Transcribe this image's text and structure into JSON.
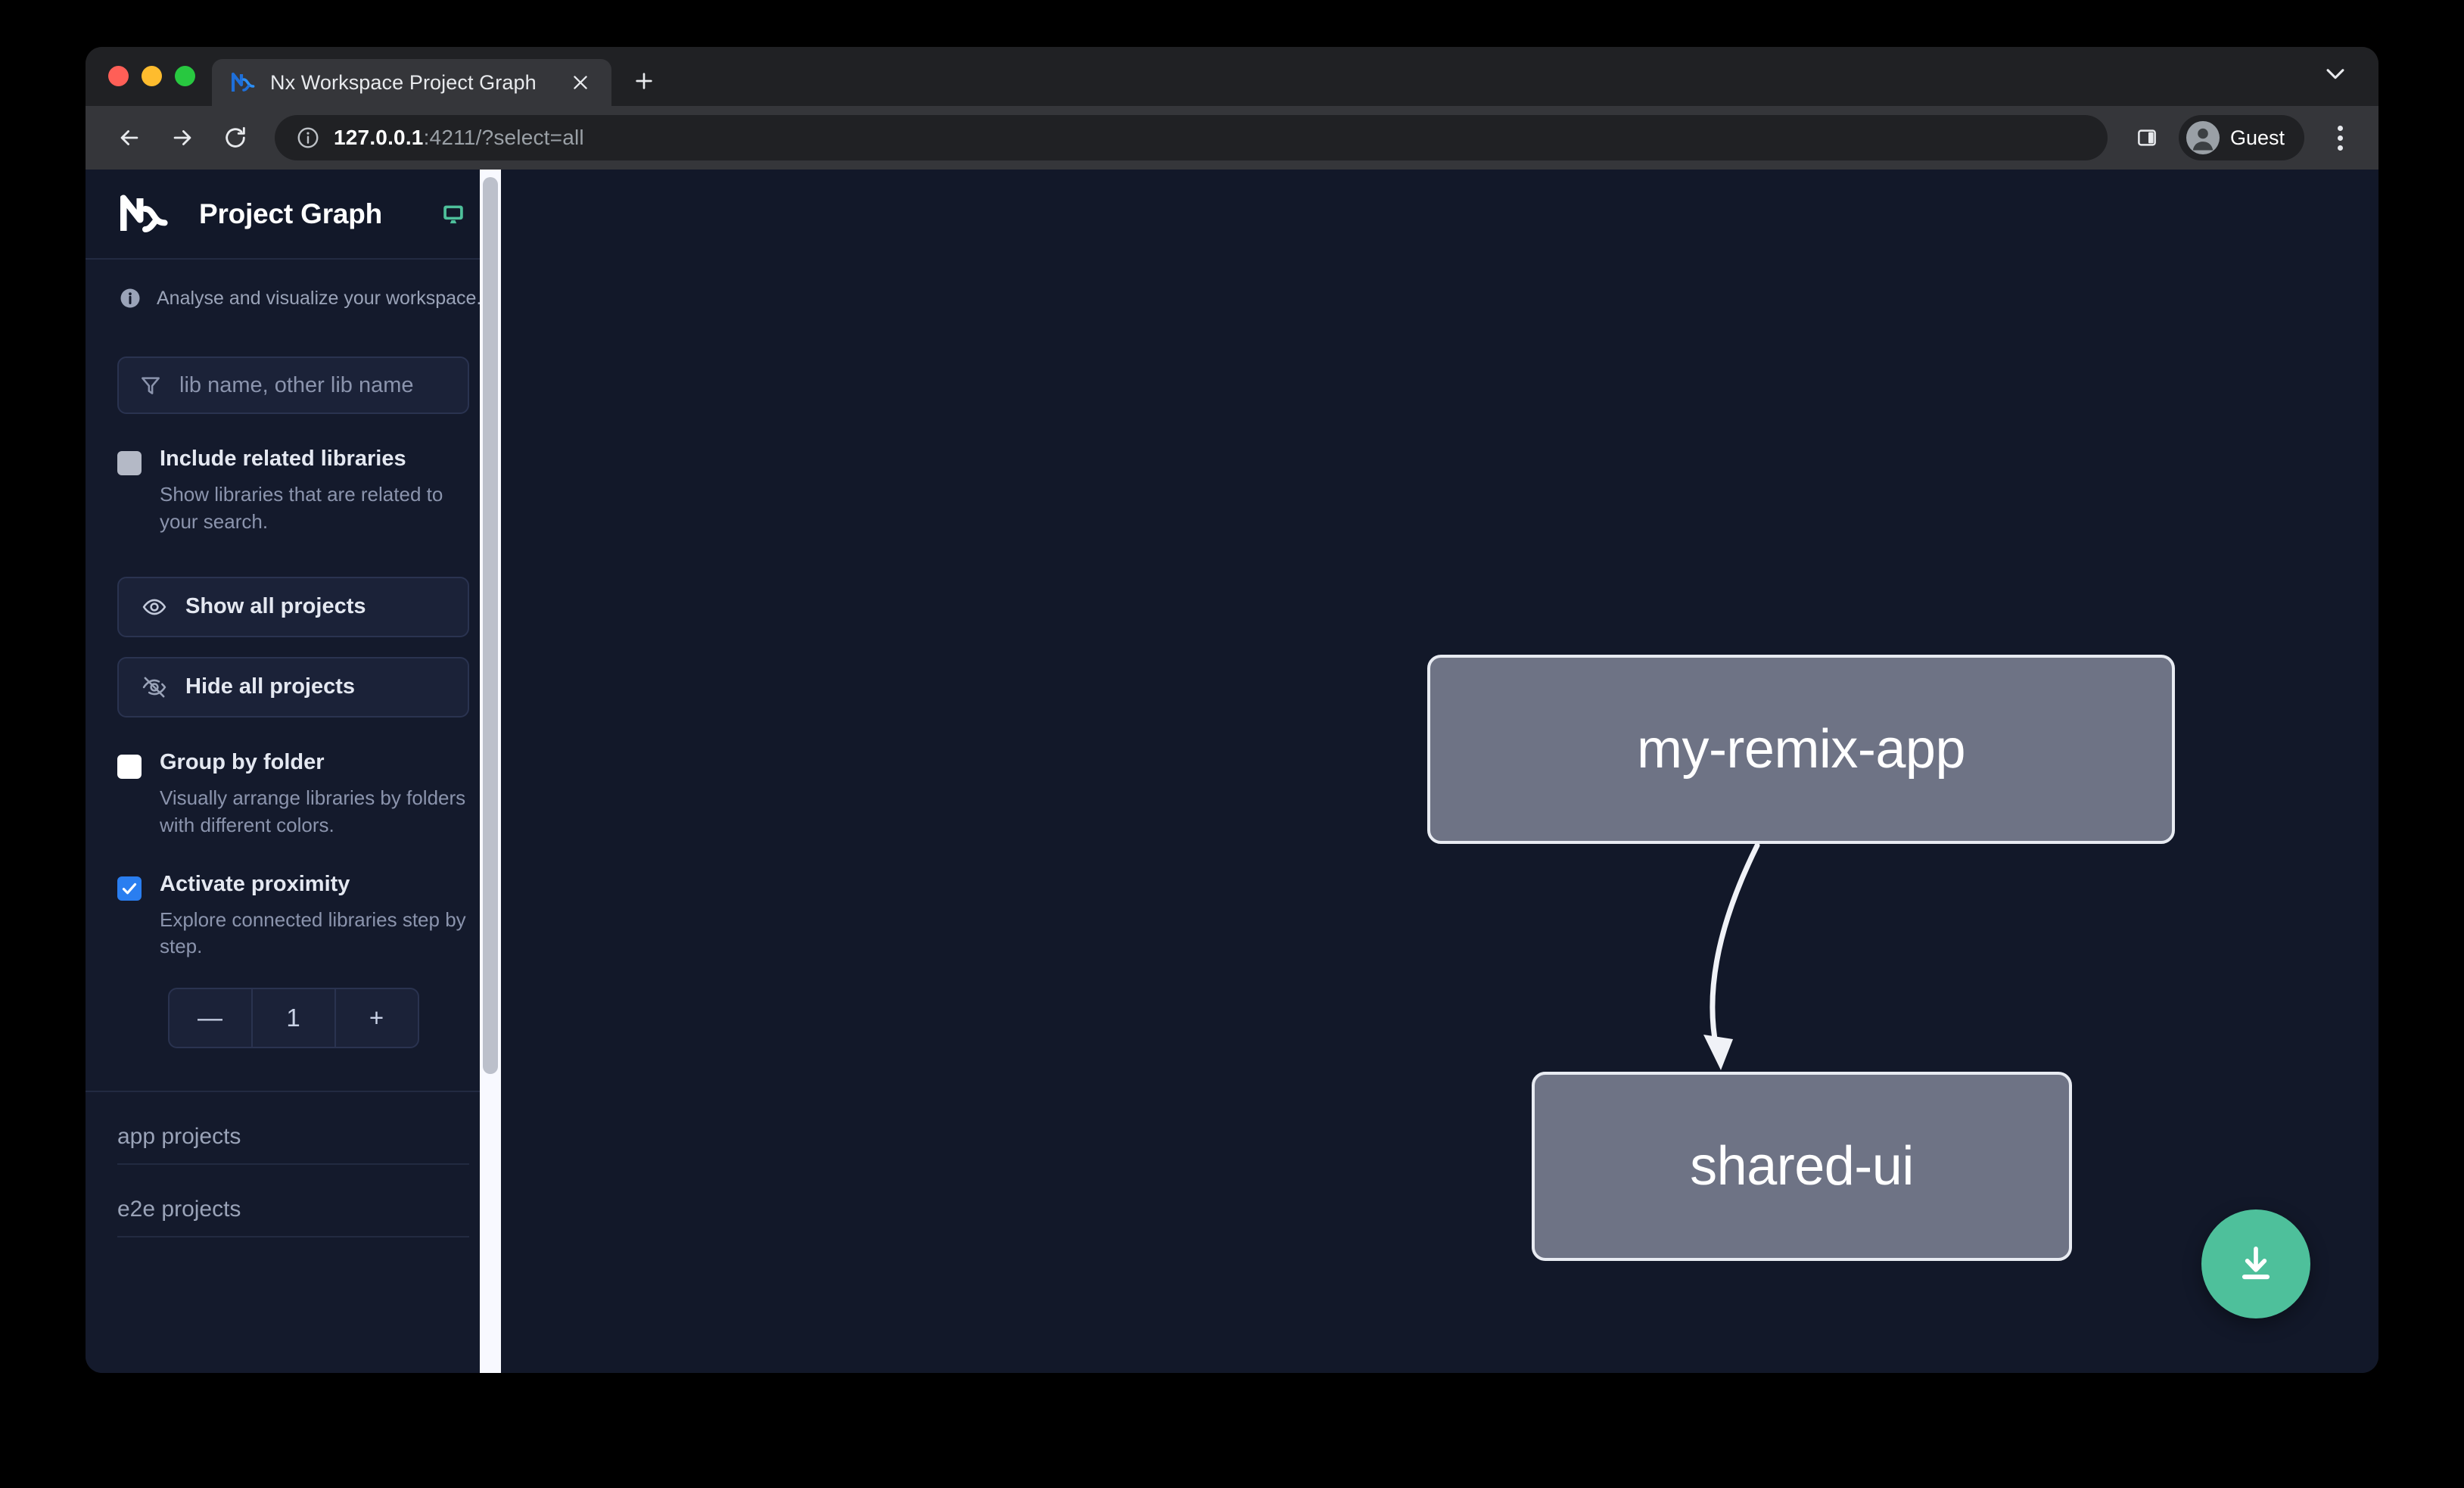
{
  "browser": {
    "traffic_lights": [
      {
        "name": "close",
        "color": "#ff5f57"
      },
      {
        "name": "minimize",
        "color": "#febc2e"
      },
      {
        "name": "maximize",
        "color": "#28c840"
      }
    ],
    "tab": {
      "title": "Nx Workspace Project Graph",
      "favicon_icon": "nx-favicon-icon",
      "close_icon": "close-icon"
    },
    "new_tab_icon": "plus-icon",
    "window_chevron_icon": "chevron-down-icon",
    "toolbar": {
      "back_icon": "back-arrow-icon",
      "forward_icon": "forward-arrow-icon",
      "reload_icon": "reload-icon",
      "info_icon": "info-circle-icon",
      "url_host": "127.0.0.1",
      "url_rest": ":4211/?select=all",
      "panel_icon": "side-panel-icon",
      "profile_name": "Guest",
      "profile_avatar_icon": "person-avatar-icon",
      "menu_icon": "three-dot-menu-icon"
    }
  },
  "sidebar": {
    "logo_icon": "nx-logo-icon",
    "title": "Project Graph",
    "monitor_icon": "monitor-icon",
    "monitor_color": "#4ec09b",
    "info": {
      "icon": "info-circle-icon",
      "text": "Analyse and visualize your workspace."
    },
    "filter": {
      "icon": "filter-funnel-icon",
      "placeholder": "lib name, other lib name"
    },
    "options": [
      {
        "name": "include-related-libraries",
        "label": "Include related libraries",
        "description": "Show libraries that are related to your search.",
        "checked": false,
        "style": "muted"
      },
      {
        "name": "group-by-folder",
        "label": "Group by folder",
        "description": "Visually arrange libraries by folders with different colors.",
        "checked": false,
        "style": "plain"
      },
      {
        "name": "activate-proximity",
        "label": "Activate proximity",
        "description": "Explore connected libraries step by step.",
        "checked": true,
        "style": "checked"
      }
    ],
    "buttons": [
      {
        "name": "show-all-projects",
        "label": "Show all projects",
        "icon": "eye-icon"
      },
      {
        "name": "hide-all-projects",
        "label": "Hide all projects",
        "icon": "eye-off-icon"
      }
    ],
    "stepper": {
      "decrement_label": "—",
      "value": "1",
      "increment_label": "+"
    },
    "project_sections": [
      {
        "name": "app-projects",
        "title": "app projects"
      },
      {
        "name": "e2e-projects",
        "title": "e2e projects"
      }
    ]
  },
  "graph": {
    "background_color": "#121829",
    "node_fill": "#6e7385",
    "node_border": "#e8ebf2",
    "nodes": [
      {
        "name": "my-remix-app",
        "label": "my-remix-app"
      },
      {
        "name": "shared-ui",
        "label": "shared-ui"
      }
    ],
    "edges": [
      {
        "from": "my-remix-app",
        "to": "shared-ui"
      }
    ],
    "download_button": {
      "name": "download-graph-button",
      "icon": "download-icon",
      "color": "#4ec09b"
    }
  }
}
